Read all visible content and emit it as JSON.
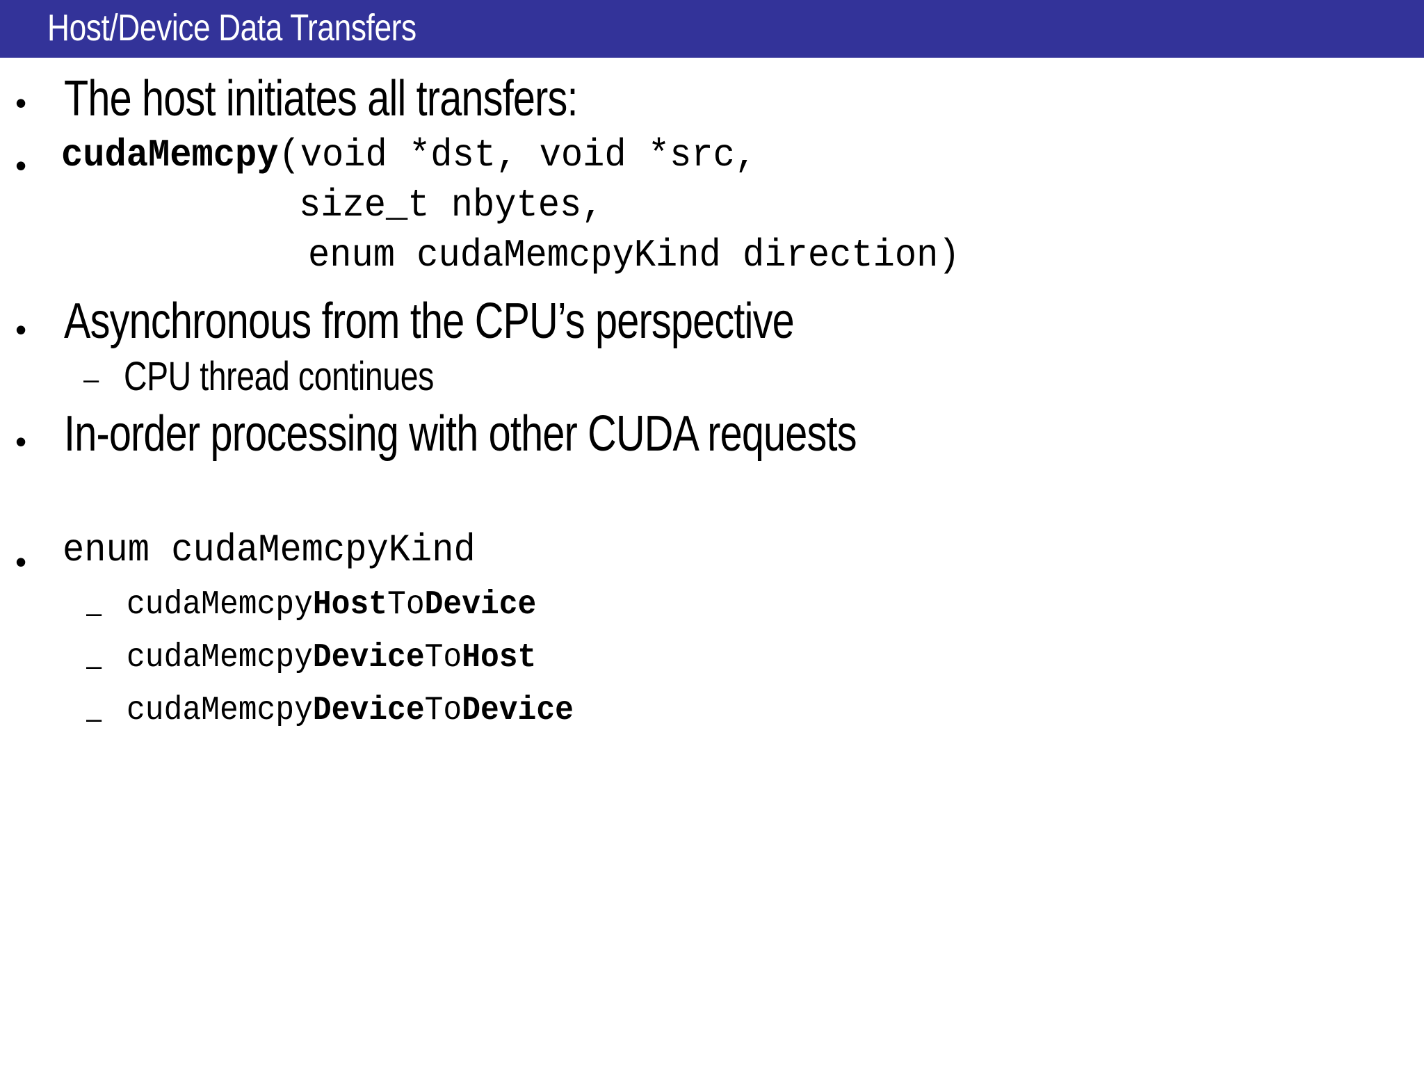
{
  "slide": {
    "title": "Host/Device Data Transfers",
    "title_bar_color": "#333399",
    "title_text_color": "#ffffff",
    "background_color": "#ffffff",
    "body_text_color": "#000000"
  },
  "markers": {
    "bullet": "•",
    "dash": "–",
    "dash_mono": "–"
  },
  "content": {
    "b1": {
      "text": "The host initiates all transfers:"
    },
    "b2": {
      "fn_name": "cudaMemcpy",
      "sig_part1": "(void *dst, void *src,",
      "sig_part2": "size_t nbytes,",
      "sig_part3": "enum cudaMemcpyKind direction)"
    },
    "b3": {
      "text": "Asynchronous from the CPU’s perspective"
    },
    "b3_sub1": {
      "text": "CPU thread continues"
    },
    "b4": {
      "text": "In-order processing with other CUDA requests"
    },
    "b5": {
      "text": "enum cudaMemcpyKind"
    },
    "b5_sub1": {
      "p1": "cudaMemcpy",
      "p2": "Host",
      "p3": "To",
      "p4": "Device"
    },
    "b5_sub2": {
      "p1": "cudaMemcpy",
      "p2": "Device",
      "p3": "To",
      "p4": "Host"
    },
    "b5_sub3": {
      "p1": "cudaMemcpy",
      "p2": "Device",
      "p3": "To",
      "p4": "Device"
    }
  }
}
